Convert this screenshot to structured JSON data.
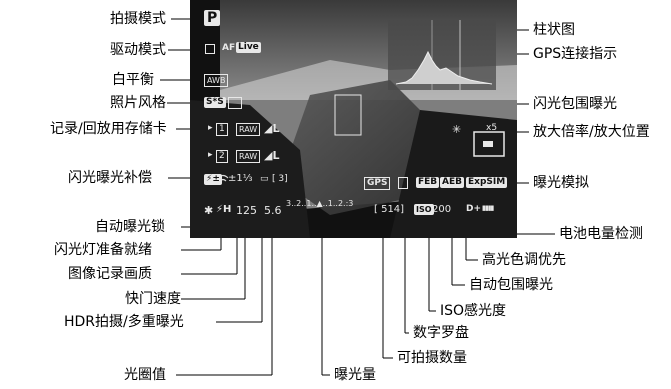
{
  "left_labels": [
    "拍摄模式",
    "驱动模式",
    "白平衡",
    "照片风格",
    "记录/回放用存储卡",
    "闪光曝光补偿",
    "自动曝光锁",
    "闪光灯准备就绪",
    "图像记录画质",
    "快门速度",
    "HDR拍摄/多重曝光",
    "光圈值"
  ],
  "right_labels": [
    "柱状图",
    "GPS连接指示",
    "闪光包围曝光",
    "放大倍率/放大位置",
    "曝光模拟",
    "电池电量检测",
    "高光色调优先",
    "自动包围曝光",
    "ISO感光度",
    "数字罗盘",
    "可拍摄数量",
    "曝光量"
  ],
  "screen": {
    "mode": "P",
    "af": "AF",
    "live": "Live",
    "wb": "AWB",
    "style": "S*S",
    "card1": "1",
    "card2": "2",
    "raw1": "RAW",
    "raw2": "RAW",
    "quality1": "◢L",
    "quality2": "◢L",
    "fec": "±1⅓",
    "bracket": "[ 3]",
    "gps": "GPS",
    "feb": "FEB",
    "aeb": "AEB",
    "expsim": "ExpSIM",
    "magnify": "x5",
    "ae_lock": "✱",
    "flash": "⚡H",
    "shutter": "125",
    "aperture": "5.6",
    "scale": "3..2..1..▲..1..2.:3",
    "shots": "[ 514]",
    "iso_box": "ISO",
    "iso": "200",
    "hl_priority": "D+",
    "battery": "▮▮▮▮"
  },
  "colors": {
    "screen_bg": "#0c0c0c",
    "overlay_text": "#e8e8e8",
    "line": "#000000"
  }
}
